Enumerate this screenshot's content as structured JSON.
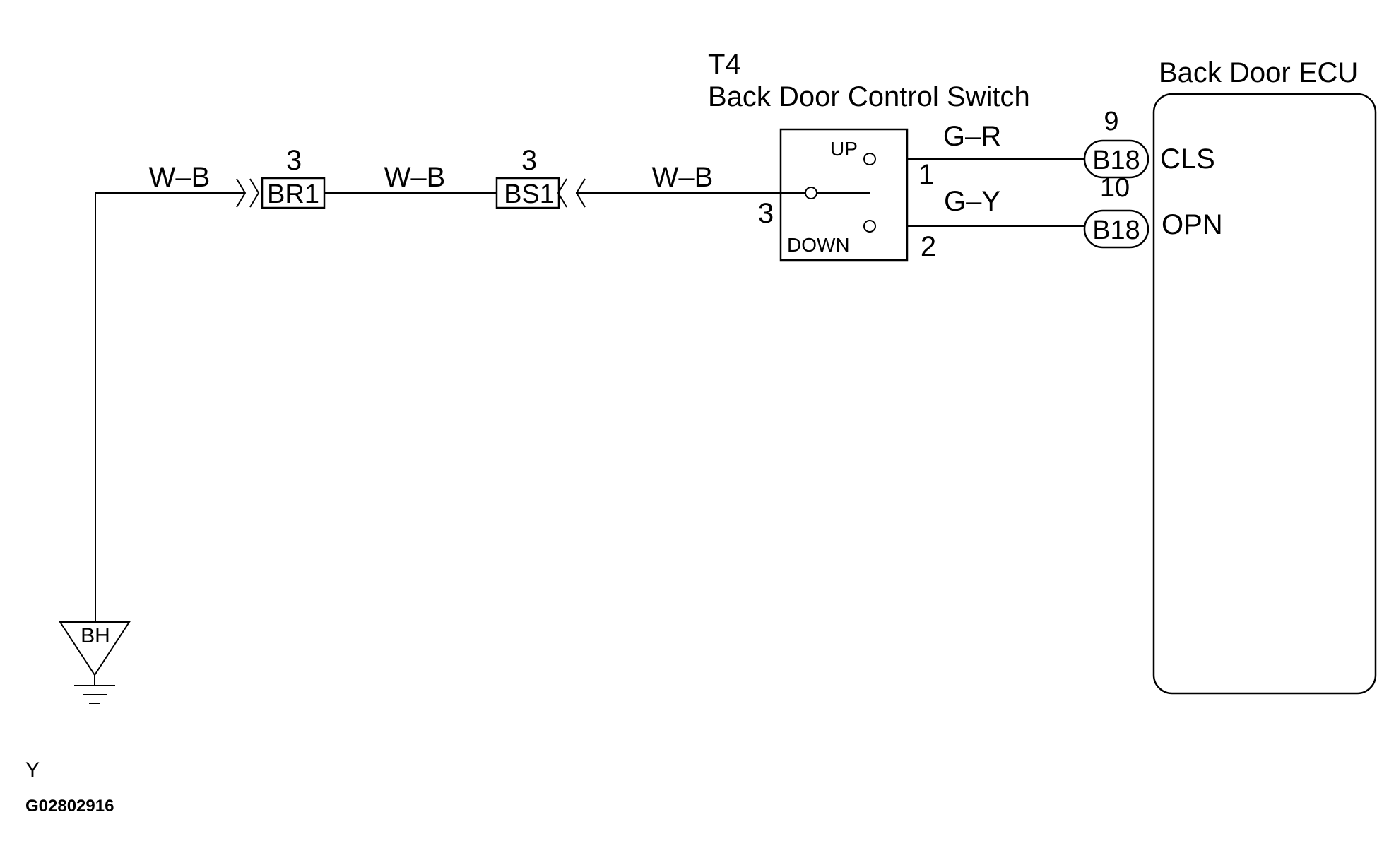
{
  "ecu": {
    "title": "Back Door ECU",
    "pins": [
      {
        "number": "9",
        "connector": "B18",
        "name": "CLS"
      },
      {
        "number": "10",
        "connector": "B18",
        "name": "OPN"
      }
    ]
  },
  "switch": {
    "code": "T4",
    "name": "Back Door Control Switch",
    "up_label": "UP",
    "down_label": "DOWN",
    "terminals": {
      "up": "1",
      "common": "3",
      "down": "2"
    }
  },
  "wires": {
    "up": "G–R",
    "down": "G–Y",
    "seg1": "W–B",
    "seg2": "W–B",
    "seg3": "W–B"
  },
  "connectors": {
    "br1": {
      "label": "BR1",
      "pin": "3"
    },
    "bs1": {
      "label": "BS1",
      "pin": "3"
    }
  },
  "ground": {
    "label": "BH"
  },
  "footer": {
    "mark": "Y",
    "ref_code": "G02802916"
  }
}
